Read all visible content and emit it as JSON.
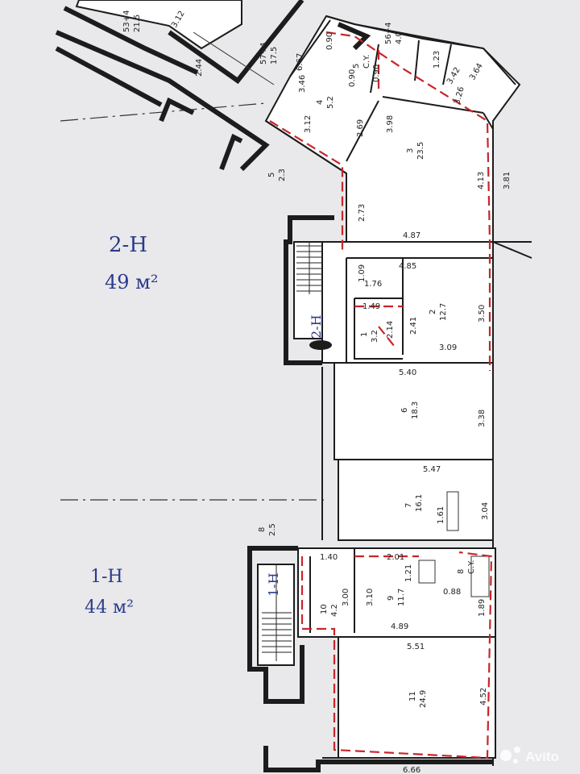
{
  "units": [
    {
      "id": "unit-2h",
      "label": "2-Н",
      "area": "49 м²"
    },
    {
      "id": "unit-1h",
      "label": "1-Н",
      "area": "44 м²"
    }
  ],
  "stair_labels": {
    "upper": "2-Н",
    "lower": "1-Н"
  },
  "rooms": [
    {
      "num": "1",
      "area": "3.2"
    },
    {
      "num": "2",
      "area": "12.7"
    },
    {
      "num": "3",
      "area": "23.5"
    },
    {
      "num": "4",
      "area": "5.2"
    },
    {
      "num": "5",
      "area": "2.3"
    },
    {
      "num": "5",
      "area": "C.Y."
    },
    {
      "num": "6",
      "area": "18.3"
    },
    {
      "num": "7",
      "area": "16.1"
    },
    {
      "num": "8",
      "area": "2.5"
    },
    {
      "num": "8",
      "area": "C.Y."
    },
    {
      "num": "9",
      "area": "11.7"
    },
    {
      "num": "10",
      "area": "4.2"
    },
    {
      "num": "11",
      "area": "24.9"
    },
    {
      "num": "53+4",
      "area": "21.5"
    },
    {
      "num": "57+4",
      "area": "17.5"
    },
    {
      "num": "56+4",
      "area": "4.0"
    }
  ],
  "dimensions": [
    "6.67",
    "3.46",
    "3.12",
    "2.69",
    "3.98",
    "2.73",
    "4.87",
    "4.85",
    "4.13",
    "3.81",
    "3.26",
    "3.42",
    "3.64",
    "1.23",
    "2.44",
    "3.12",
    "1.09",
    "1.76",
    "1.49",
    "2.41",
    "2.14",
    "3.50",
    "3.09",
    "5.40",
    "3.38",
    "5.47",
    "1.61",
    "3.04",
    "1.40",
    "2.01",
    "1.21",
    "3.00",
    "3.10",
    "0.88",
    "4.89",
    "1.89",
    "5.51",
    "4.52",
    "6.66",
    "0.90",
    "0.90",
    "0.90"
  ],
  "watermark": "Avito",
  "colors": {
    "paper": "#e9e8ea",
    "ink": "#1c1c1c",
    "marker": "#c8262a",
    "pen": "#2a3a8c"
  }
}
